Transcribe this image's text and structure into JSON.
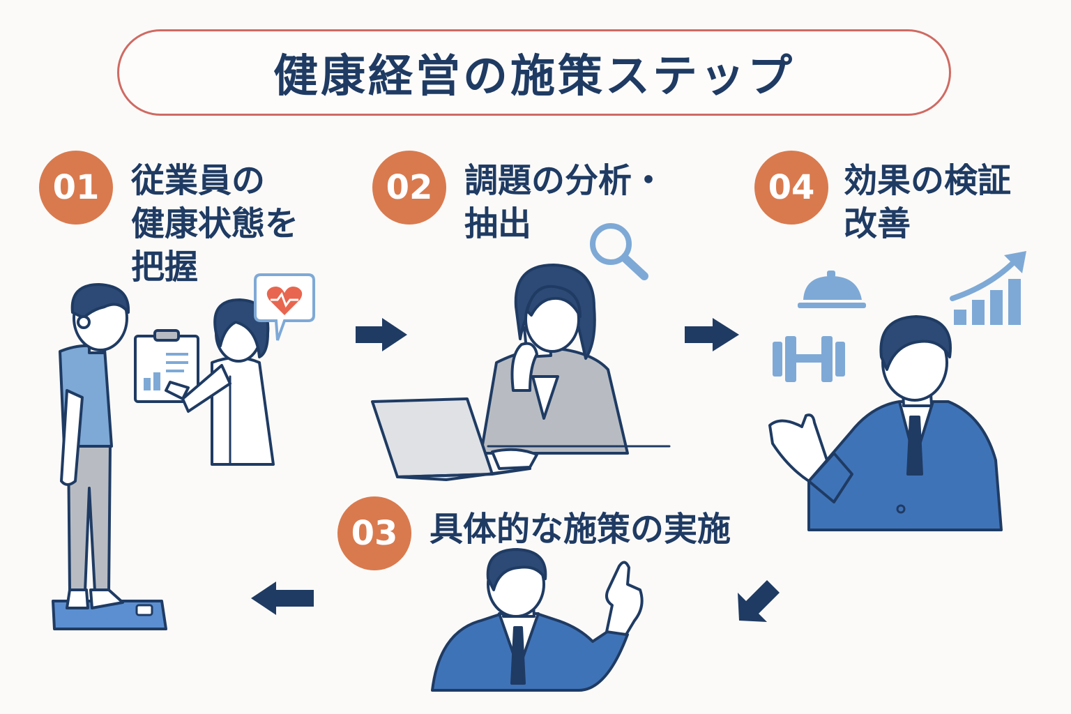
{
  "title": "健康経営の施策ステップ",
  "steps": [
    {
      "number": "01",
      "lines": [
        "従業員の",
        "健康状態を",
        "把握"
      ]
    },
    {
      "number": "02",
      "lines": [
        "調題の分析・",
        "抽出"
      ]
    },
    {
      "number": "03",
      "lines": [
        "具体的な施策の実施"
      ]
    },
    {
      "number": "04",
      "lines": [
        "効果の検証",
        "改善"
      ]
    }
  ],
  "colors": {
    "accent": "#d97a4e",
    "title_border": "#cf6a62",
    "text": "#1f3b63",
    "icon_blue": "#7ea9d6",
    "suit_blue": "#3f73b8"
  },
  "icons": [
    "heart-speech-icon",
    "magnifier-icon",
    "cloche-icon",
    "dumbbell-icon",
    "growth-chart-icon"
  ]
}
